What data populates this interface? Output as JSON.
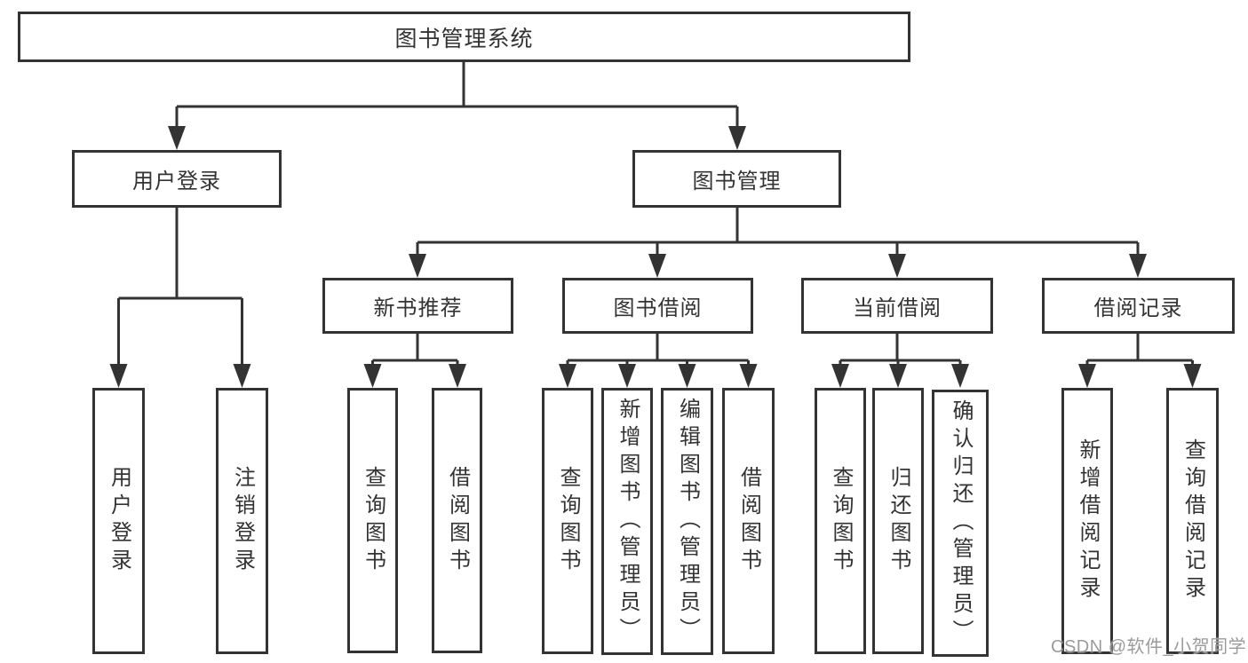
{
  "diagram": {
    "title": "图书管理系统",
    "branches": [
      {
        "label": "用户登录",
        "leaves": [
          "用户登录",
          "注销登录"
        ]
      },
      {
        "label": "图书管理",
        "children": [
          {
            "label": "新书推荐",
            "leaves": [
              "查询图书",
              "借阅图书"
            ]
          },
          {
            "label": "图书借阅",
            "leaves": [
              "查询图书",
              "新增图书（管理员）",
              "编辑图书（管理员）",
              "借阅图书"
            ]
          },
          {
            "label": "当前借阅",
            "leaves": [
              "查询图书",
              "归还图书",
              "确认归还（管理员）"
            ]
          },
          {
            "label": "借阅记录",
            "leaves": [
              "新增借阅记录",
              "查询借阅记录"
            ]
          }
        ]
      }
    ]
  },
  "watermark": {
    "text": "CSDN @软件_小贺同学"
  },
  "colors": {
    "line": "#333333",
    "text": "#333333",
    "box_background": "#ffffff",
    "page_background": "#ffffff",
    "watermark": "#9b9b9b"
  }
}
